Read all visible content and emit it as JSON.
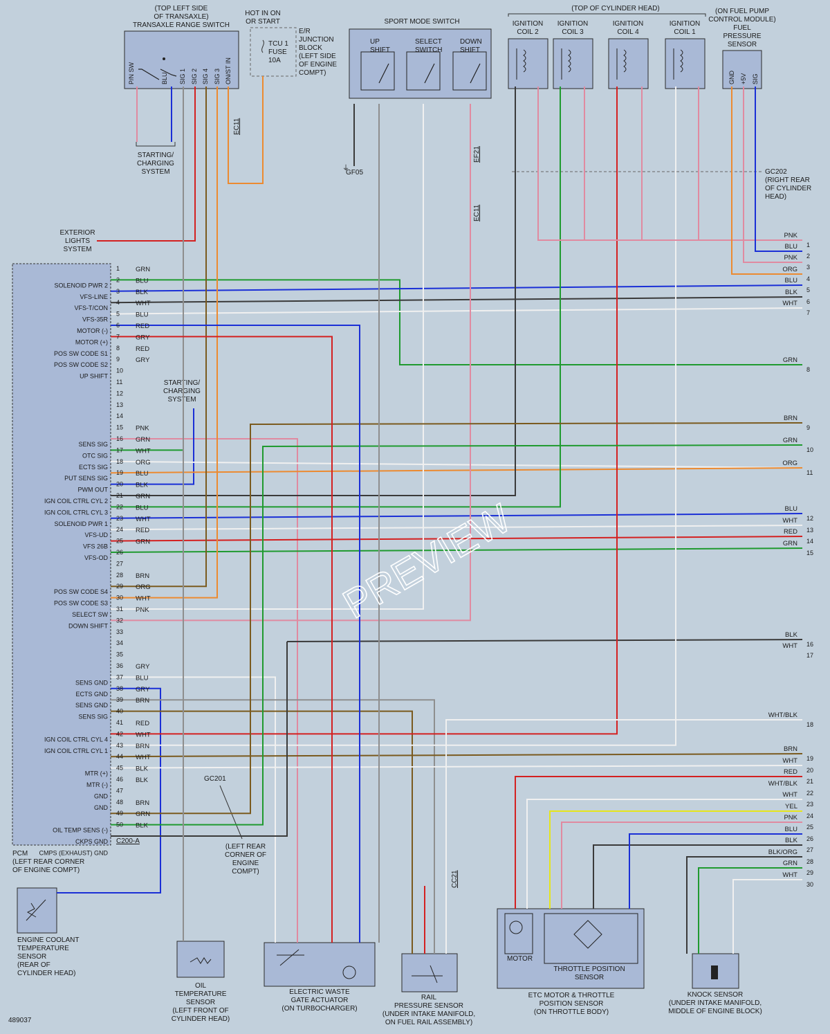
{
  "diagram_id": "489037",
  "watermark": "PREVIEW",
  "colors": {
    "PNK": "#e08aa0",
    "BLU": "#1a2fd6",
    "GRY": "#8e8e8e",
    "RED": "#d42020",
    "BRN": "#7a5a1e",
    "ORG": "#ec8a30",
    "BLK": "#3a3a3a",
    "WHT": "#f0f0f0",
    "GRN": "#1f9a2f",
    "YEL": "#e6e61a"
  },
  "components": {
    "trs": {
      "lines": [
        "(TOP LEFT SIDE",
        "OF TRANSAXLE)",
        "TRANSAXLE RANGE SWITCH"
      ],
      "pins": [
        "P/N SW",
        "BLU",
        "SIG 1",
        "SIG 2",
        "SIG 4",
        "SIG 3",
        "ON/ST IN"
      ]
    },
    "hot": {
      "lines": [
        "HOT IN ON",
        "OR START"
      ]
    },
    "fuse": {
      "lines": [
        "TCU 1",
        "FUSE",
        "10A"
      ]
    },
    "ejb": {
      "lines": [
        "E/R",
        "JUNCTION",
        "BLOCK",
        "(LEFT SIDE",
        "OF ENGINE",
        "COMPT)"
      ]
    },
    "sms": {
      "title": "SPORT MODE SWITCH",
      "up": [
        "UP",
        "SHIFT"
      ],
      "select": [
        "SELECT",
        "SWITCH"
      ],
      "down": [
        "DOWN",
        "SHIFT"
      ]
    },
    "tch": {
      "title": "(TOP OF CYLINDER HEAD)"
    },
    "coil2": {
      "lines": [
        "IGNITION",
        "COIL 2"
      ]
    },
    "coil3": {
      "lines": [
        "IGNITION",
        "COIL 3"
      ]
    },
    "coil4": {
      "lines": [
        "IGNITION",
        "COIL 4"
      ]
    },
    "coil1": {
      "lines": [
        "IGNITION",
        "COIL 1"
      ]
    },
    "fpcm": {
      "lines": [
        "(ON FUEL PUMP",
        "CONTROL MODULE)",
        "FUEL",
        "PRESSURE",
        "SENSOR"
      ],
      "pins": [
        "GND",
        "+5V",
        "SIG"
      ]
    },
    "gc202": {
      "lines": [
        "GC202",
        "(RIGHT REAR",
        "OF CYLINDER",
        "HEAD)"
      ]
    },
    "scs1": {
      "lines": [
        "STARTING/",
        "CHARGING",
        "SYSTEM"
      ]
    },
    "scs2": {
      "lines": [
        "STARTING/",
        "CHARGING",
        "SYSTEM"
      ]
    },
    "ext": {
      "lines": [
        "EXTERIOR",
        "LIGHTS",
        "SYSTEM"
      ]
    },
    "pcm": {
      "lines": [
        "PCM",
        "(LEFT REAR CORNER",
        "OF ENGINE COMPT)"
      ],
      "connector": "C200-A"
    },
    "gc201": {
      "label": "GC201",
      "lines": [
        "(LEFT REAR",
        "CORNER OF",
        "ENGINE",
        "COMPT)"
      ]
    },
    "ects": {
      "lines": [
        "ENGINE COOLANT",
        "TEMPERATURE",
        "SENSOR",
        "(REAR OF",
        "CYLINDER HEAD)"
      ]
    },
    "ots": {
      "lines": [
        "OIL",
        "TEMPERATURE",
        "SENSOR",
        "(LEFT FRONT OF",
        "CYLINDER HEAD)"
      ]
    },
    "ewg": {
      "lines": [
        "ELECTRIC WASTE",
        "GATE ACTUATOR",
        "(ON TURBOCHARGER)"
      ]
    },
    "rail": {
      "lines": [
        "RAIL",
        "PRESSURE SENSOR",
        "(UNDER INTAKE MANIFOLD,",
        "ON FUEL RAIL ASSEMBLY)"
      ]
    },
    "etc": {
      "lines": [
        "ETC MOTOR & THROTTLE",
        "POSITION SENSOR",
        "(ON THROTTLE BODY)"
      ],
      "motor": "MOTOR",
      "tps": [
        "THROTTLE POSITION",
        "SENSOR"
      ]
    },
    "knock": {
      "lines": [
        "KNOCK SENSOR",
        "(UNDER INTAKE MANIFOLD,",
        "MIDDLE OF ENGINE BLOCK)"
      ]
    }
  },
  "connectors": {
    "ec11a": "EC11",
    "ec11b": "EC11",
    "ef21": "EF21",
    "cc21": "CC21",
    "gf05": "GF05"
  },
  "pcm_pins": [
    {
      "n": "1",
      "name": "",
      "color": "GRN"
    },
    {
      "n": "2",
      "name": "SOLENOID PWR 2",
      "color": "BLU"
    },
    {
      "n": "3",
      "name": "VFS-LINE",
      "color": "BLK"
    },
    {
      "n": "4",
      "name": "VFS-T/CON",
      "color": "WHT"
    },
    {
      "n": "5",
      "name": "VFS-35R",
      "color": "BLU"
    },
    {
      "n": "6",
      "name": "MOTOR (-)",
      "color": "RED"
    },
    {
      "n": "7",
      "name": "MOTOR (+)",
      "color": "GRY"
    },
    {
      "n": "8",
      "name": "POS SW CODE S1",
      "color": "RED"
    },
    {
      "n": "9",
      "name": "POS SW CODE S2",
      "color": "GRY"
    },
    {
      "n": "10",
      "name": "UP SHIFT",
      "color": ""
    },
    {
      "n": "11",
      "name": "",
      "color": ""
    },
    {
      "n": "12",
      "name": "",
      "color": ""
    },
    {
      "n": "13",
      "name": "",
      "color": ""
    },
    {
      "n": "14",
      "name": "",
      "color": ""
    },
    {
      "n": "15",
      "name": "",
      "color": "PNK"
    },
    {
      "n": "16",
      "name": "SENS SIG",
      "color": "GRN"
    },
    {
      "n": "17",
      "name": "OTC SIG",
      "color": "WHT"
    },
    {
      "n": "18",
      "name": "ECTS SIG",
      "color": "ORG"
    },
    {
      "n": "19",
      "name": "PUT SENS SIG",
      "color": "BLU"
    },
    {
      "n": "20",
      "name": "PWM OUT",
      "color": "BLK"
    },
    {
      "n": "21",
      "name": "IGN COIL CTRL CYL 2",
      "color": "GRN"
    },
    {
      "n": "22",
      "name": "IGN COIL CTRL CYL 3",
      "color": "BLU"
    },
    {
      "n": "23",
      "name": "SOLENOID PWR 1",
      "color": "WHT"
    },
    {
      "n": "24",
      "name": "VFS-UD",
      "color": "RED"
    },
    {
      "n": "25",
      "name": "VFS 26B",
      "color": "GRN"
    },
    {
      "n": "26",
      "name": "VFS-OD",
      "color": ""
    },
    {
      "n": "27",
      "name": "",
      "color": ""
    },
    {
      "n": "28",
      "name": "",
      "color": "BRN"
    },
    {
      "n": "29",
      "name": "POS SW CODE S4",
      "color": "ORG"
    },
    {
      "n": "30",
      "name": "POS SW CODE S3",
      "color": "WHT"
    },
    {
      "n": "31",
      "name": "SELECT SW",
      "color": "PNK"
    },
    {
      "n": "32",
      "name": "DOWN SHIFT",
      "color": ""
    },
    {
      "n": "33",
      "name": "",
      "color": ""
    },
    {
      "n": "34",
      "name": "",
      "color": ""
    },
    {
      "n": "35",
      "name": "",
      "color": ""
    },
    {
      "n": "36",
      "name": "",
      "color": "GRY"
    },
    {
      "n": "37",
      "name": "SENS GND",
      "color": "BLU"
    },
    {
      "n": "38",
      "name": "ECTS GND",
      "color": "GRY"
    },
    {
      "n": "39",
      "name": "SENS GND",
      "color": "BRN"
    },
    {
      "n": "40",
      "name": "SENS SIG",
      "color": ""
    },
    {
      "n": "41",
      "name": "",
      "color": "RED"
    },
    {
      "n": "42",
      "name": "IGN COIL CTRL CYL 4",
      "color": "WHT"
    },
    {
      "n": "43",
      "name": "IGN COIL CTRL CYL 1",
      "color": "BRN"
    },
    {
      "n": "44",
      "name": "",
      "color": "WHT"
    },
    {
      "n": "45",
      "name": "MTR (+)",
      "color": "BLK"
    },
    {
      "n": "46",
      "name": "MTR (-)",
      "color": "BLK"
    },
    {
      "n": "47",
      "name": "GND",
      "color": ""
    },
    {
      "n": "48",
      "name": "GND",
      "color": "BRN"
    },
    {
      "n": "49",
      "name": "",
      "color": "GRN"
    },
    {
      "n": "50",
      "name": "OIL TEMP SENS (-)",
      "color": "BLK"
    },
    {
      "n": "",
      "name": "CKPS GND",
      "color": ""
    },
    {
      "n": "",
      "name": "CMPS (EXHAUST) GND",
      "color": ""
    }
  ],
  "right_pins": [
    {
      "n": "1",
      "color": "PNK"
    },
    {
      "n": "2",
      "color": "BLU"
    },
    {
      "n": "3",
      "color": "PNK"
    },
    {
      "n": "4",
      "color": "ORG"
    },
    {
      "n": "5",
      "color": "BLU"
    },
    {
      "n": "6",
      "color": "BLK"
    },
    {
      "n": "7",
      "color": "WHT"
    },
    {
      "n": "8",
      "color": "GRN"
    },
    {
      "n": "9",
      "color": "BRN"
    },
    {
      "n": "10",
      "color": "GRN"
    },
    {
      "n": "11",
      "color": "ORG"
    },
    {
      "n": "12",
      "color": "BLU"
    },
    {
      "n": "13",
      "color": "WHT"
    },
    {
      "n": "14",
      "color": "RED"
    },
    {
      "n": "15",
      "color": "GRN"
    },
    {
      "n": "16",
      "color": "BLK"
    },
    {
      "n": "17",
      "color": "WHT"
    },
    {
      "n": "18",
      "color": "WHT/BLK"
    },
    {
      "n": "19",
      "color": "BRN"
    },
    {
      "n": "20",
      "color": "WHT"
    },
    {
      "n": "21",
      "color": "RED"
    },
    {
      "n": "22",
      "color": "WHT/BLK"
    },
    {
      "n": "23",
      "color": "WHT"
    },
    {
      "n": "24",
      "color": "YEL"
    },
    {
      "n": "25",
      "color": "PNK"
    },
    {
      "n": "26",
      "color": "BLU"
    },
    {
      "n": "27",
      "color": "BLK"
    },
    {
      "n": "28",
      "color": "BLK/ORG"
    },
    {
      "n": "29",
      "color": "GRN"
    },
    {
      "n": "30",
      "color": "WHT"
    }
  ]
}
